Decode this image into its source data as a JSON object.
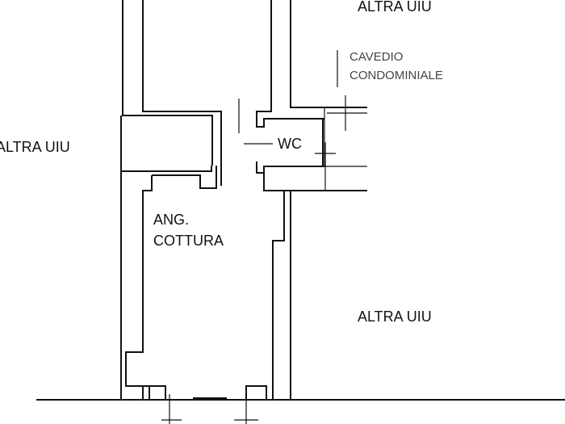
{
  "labels": {
    "top_right": "ALTRA UIU",
    "left": "ALTRA UIU",
    "bottom_right": "ALTRA UIU",
    "cavedio_line1": "CAVEDIO",
    "cavedio_line2": "CONDOMINIALE",
    "wc": "WC",
    "kitchen_line1": "ANG.",
    "kitchen_line2": "COTTURA"
  },
  "colors": {
    "line": "#111111",
    "background": "#ffffff"
  }
}
